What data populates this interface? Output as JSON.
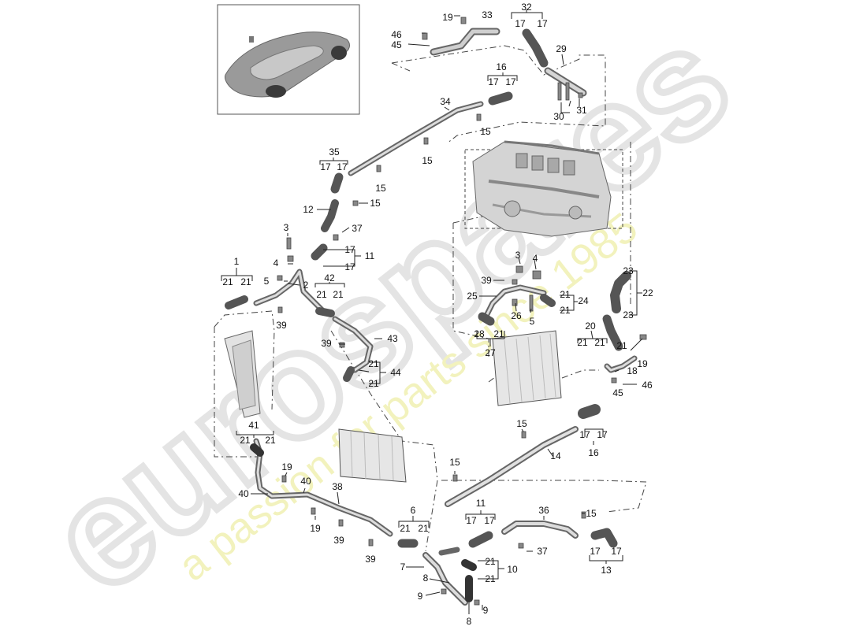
{
  "watermark": {
    "brand": "eurospares",
    "tagline": "a passion for parts since 1985",
    "brand_color": "#e6e6e6",
    "tagline_color": "#f3f3bf"
  },
  "diagram": {
    "thumbnail_icon": "sports-car-thumbnail",
    "label_color": "#111111",
    "line_color": "#222222",
    "part_color": "#8a8a8a"
  },
  "labels": {
    "p1": "1",
    "p2": "2",
    "p3a": "3",
    "p3b": "3",
    "p4a": "4",
    "p4b": "4",
    "p5a": "5",
    "p5b": "5",
    "p6": "6",
    "p7": "7",
    "p8a": "8",
    "p8b": "8",
    "p9a": "9",
    "p9b": "9",
    "p10": "10",
    "p11a": "11",
    "p11b": "11",
    "p12": "12",
    "p13": "13",
    "p14": "14",
    "p15a": "15",
    "p15b": "15",
    "p15c": "15",
    "p15d": "15",
    "p15e": "15",
    "p15f": "15",
    "p15g": "15",
    "p16a": "16",
    "p16b": "16",
    "p17a": "17",
    "p17b": "17",
    "p17c": "17",
    "p17d": "17",
    "p17e": "17",
    "p17f": "17",
    "p17g": "17",
    "p17h": "17",
    "p17i": "17",
    "p17j": "17",
    "p17k": "17",
    "p17l": "17",
    "p17m": "17",
    "p17n": "17",
    "p18": "18",
    "p19a": "19",
    "p19b": "19",
    "p19c": "19",
    "p19d": "19",
    "p20": "20",
    "p21a": "21",
    "p21b": "21",
    "p21c": "21",
    "p21d": "21",
    "p21e": "21",
    "p21f": "21",
    "p21g": "21",
    "p21h": "21",
    "p21i": "21",
    "p21j": "21",
    "p21k": "21",
    "p21l": "21",
    "p21m": "21",
    "p21n": "21",
    "p21o": "21",
    "p21p": "21",
    "p21q": "21",
    "p21r": "21",
    "p22": "22",
    "p23a": "23",
    "p23b": "23",
    "p24": "24",
    "p25": "25",
    "p26": "26",
    "p27": "27",
    "p28": "28",
    "p29": "29",
    "p30": "30",
    "p31": "31",
    "p32": "32",
    "p33": "33",
    "p34": "34",
    "p35": "35",
    "p36": "36",
    "p37a": "37",
    "p37b": "37",
    "p38": "38",
    "p39a": "39",
    "p39b": "39",
    "p39c": "39",
    "p39d": "39",
    "p39e": "39",
    "p40a": "40",
    "p40b": "40",
    "p41": "41",
    "p42": "42",
    "p43": "43",
    "p44": "44",
    "p45a": "45",
    "p45b": "45",
    "p46a": "46",
    "p46b": "46"
  }
}
